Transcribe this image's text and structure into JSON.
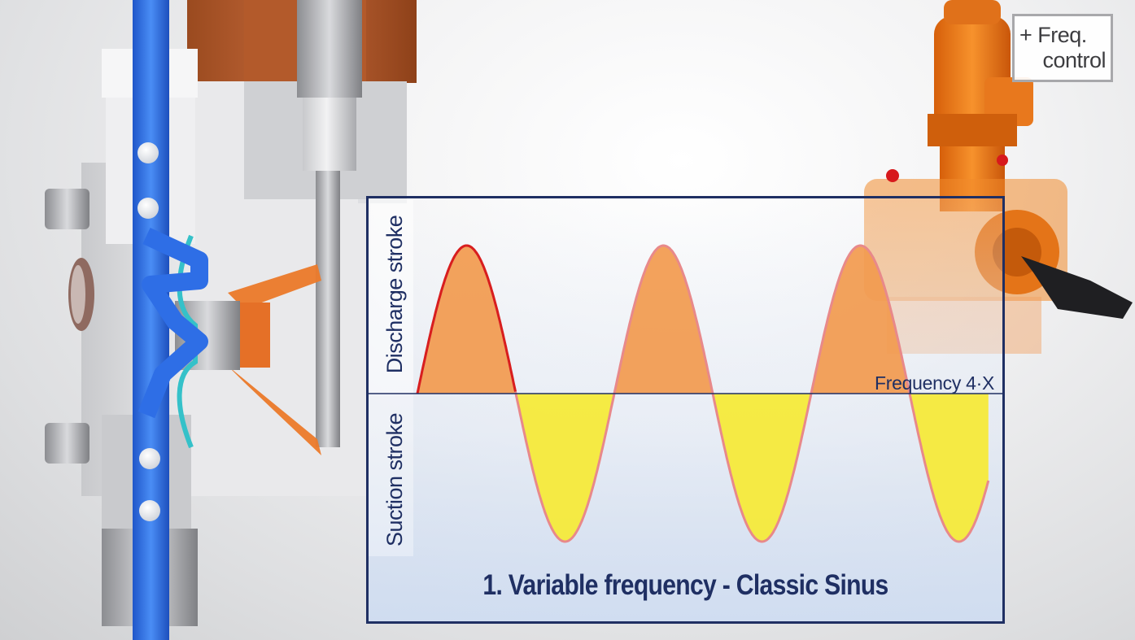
{
  "badge": {
    "line1": "+ Freq.",
    "line2": "control"
  },
  "chart": {
    "title": "1. Variable frequency - Classic Sinus",
    "upper_label": "Discharge stroke",
    "lower_label": "Suction stroke",
    "baseline_label": "Frequency 4·X"
  },
  "chart_data": {
    "type": "area",
    "function": "sine",
    "cycles": 2.9,
    "amplitude": 1,
    "ylim": [
      -1,
      1
    ],
    "title": "1. Variable frequency - Classic Sinus",
    "series": [
      {
        "name": "Discharge stroke",
        "sign": "positive"
      },
      {
        "name": "Suction stroke",
        "sign": "negative"
      }
    ],
    "colors": {
      "positive_fill": "#f29a4e",
      "negative_fill": "#f6ea3a",
      "stroke": "#e8898a",
      "highlight_stroke": "#d81e1e",
      "baseline": "#1f2f63"
    }
  },
  "colors": {
    "panel_border": "#1f2f63",
    "accent_orange": "#ef7d22",
    "fluid_blue": "#2e6ee6",
    "badge_border": "#a8a8ab"
  }
}
